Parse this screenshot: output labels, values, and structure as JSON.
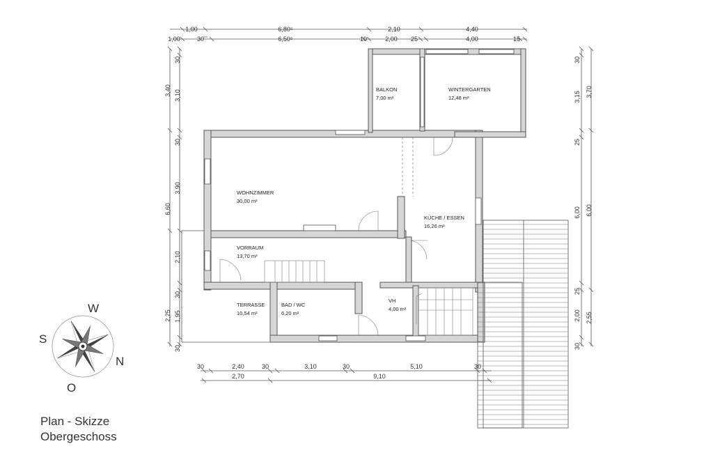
{
  "caption": {
    "line1": "Plan - Skizze",
    "line2": "Obergeschoss"
  },
  "compass": {
    "north": "N",
    "south": "S",
    "west": "W",
    "east": "O"
  },
  "rooms": {
    "balkon": {
      "name": "BALKON",
      "area": "7,00 m²"
    },
    "wintergarten": {
      "name": "WINTERGARTEN",
      "area": "12,48 m²"
    },
    "wohnzimmer": {
      "name": "WOHNZIMMER",
      "area": "30,00 m²"
    },
    "kueche": {
      "name": "KÜCHE / ESSEN",
      "area": "16,26 m²"
    },
    "vorraum": {
      "name": "VORRAUM",
      "area": "13,70 m²"
    },
    "terrasse": {
      "name": "TERRASSE",
      "area": "10,54 m²"
    },
    "bad": {
      "name": "BAD / WC",
      "area": "6,20 m²"
    },
    "vh": {
      "name": "VH",
      "area": "4,00 m²"
    }
  },
  "dims": {
    "top_outer": [
      "1,00",
      "6,80⁵",
      "2,10",
      "4,40"
    ],
    "top_inner": [
      "1,00",
      "30",
      "6,50⁵",
      "10",
      "2,00",
      "25",
      "4,00",
      "15"
    ],
    "left_outer": [
      "3,40",
      "6,60",
      "2,25"
    ],
    "left_inner": [
      "30",
      "3,10",
      "30",
      "3,90",
      "2,10",
      "30",
      "1,95",
      "30"
    ],
    "right_inner": [
      "30",
      "3,15",
      "25",
      "6,00",
      "25",
      "2,00",
      "30"
    ],
    "right_outer": [
      "3,70",
      "6,00",
      "2,55"
    ],
    "bottom_inner": [
      "30",
      "2,40",
      "30",
      "3,10",
      "30",
      "5,10",
      "30"
    ],
    "bottom_outer": [
      "2,70",
      "9,10"
    ]
  },
  "colors": {
    "wall_fill": "#d6d6d6",
    "line": "#555555"
  },
  "icons": [
    "compass-rose-icon"
  ]
}
